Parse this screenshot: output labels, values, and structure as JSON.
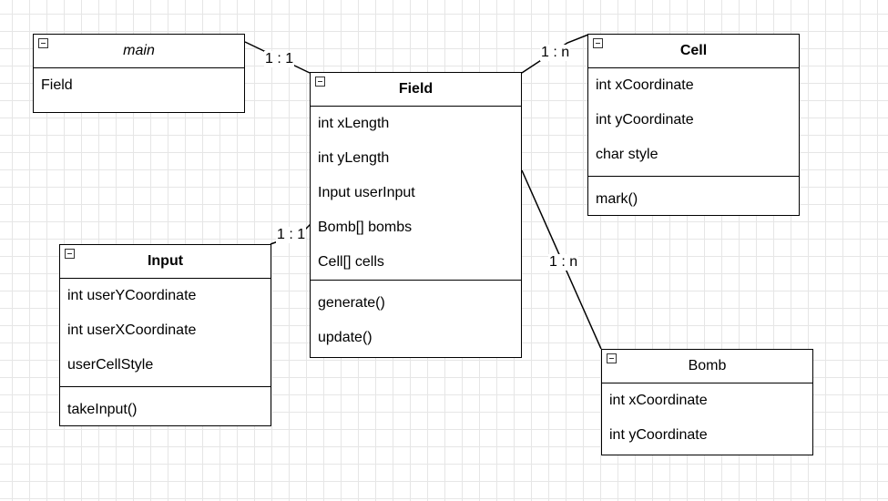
{
  "classes": {
    "main": {
      "name": "main",
      "attributes": [
        "Field"
      ],
      "methods": []
    },
    "field": {
      "name": "Field",
      "attributes": [
        "int xLength",
        "int yLength",
        "Input userInput",
        "Bomb[] bombs",
        "Cell[] cells"
      ],
      "methods": [
        "generate()",
        "update()"
      ]
    },
    "cell": {
      "name": "Cell",
      "attributes": [
        "int xCoordinate",
        "int yCoordinate",
        "char style"
      ],
      "methods": [
        "mark()"
      ]
    },
    "input": {
      "name": "Input",
      "attributes": [
        "int userYCoordinate",
        "int userXCoordinate",
        "userCellStyle"
      ],
      "methods": [
        "takeInput()"
      ]
    },
    "bomb": {
      "name": "Bomb",
      "attributes": [
        "int xCoordinate",
        "int yCoordinate"
      ],
      "methods": []
    }
  },
  "relations": {
    "main_field": "1 : 1",
    "field_cell": "1 : n",
    "field_input": "1 : 1",
    "field_bomb": "1 : n"
  }
}
